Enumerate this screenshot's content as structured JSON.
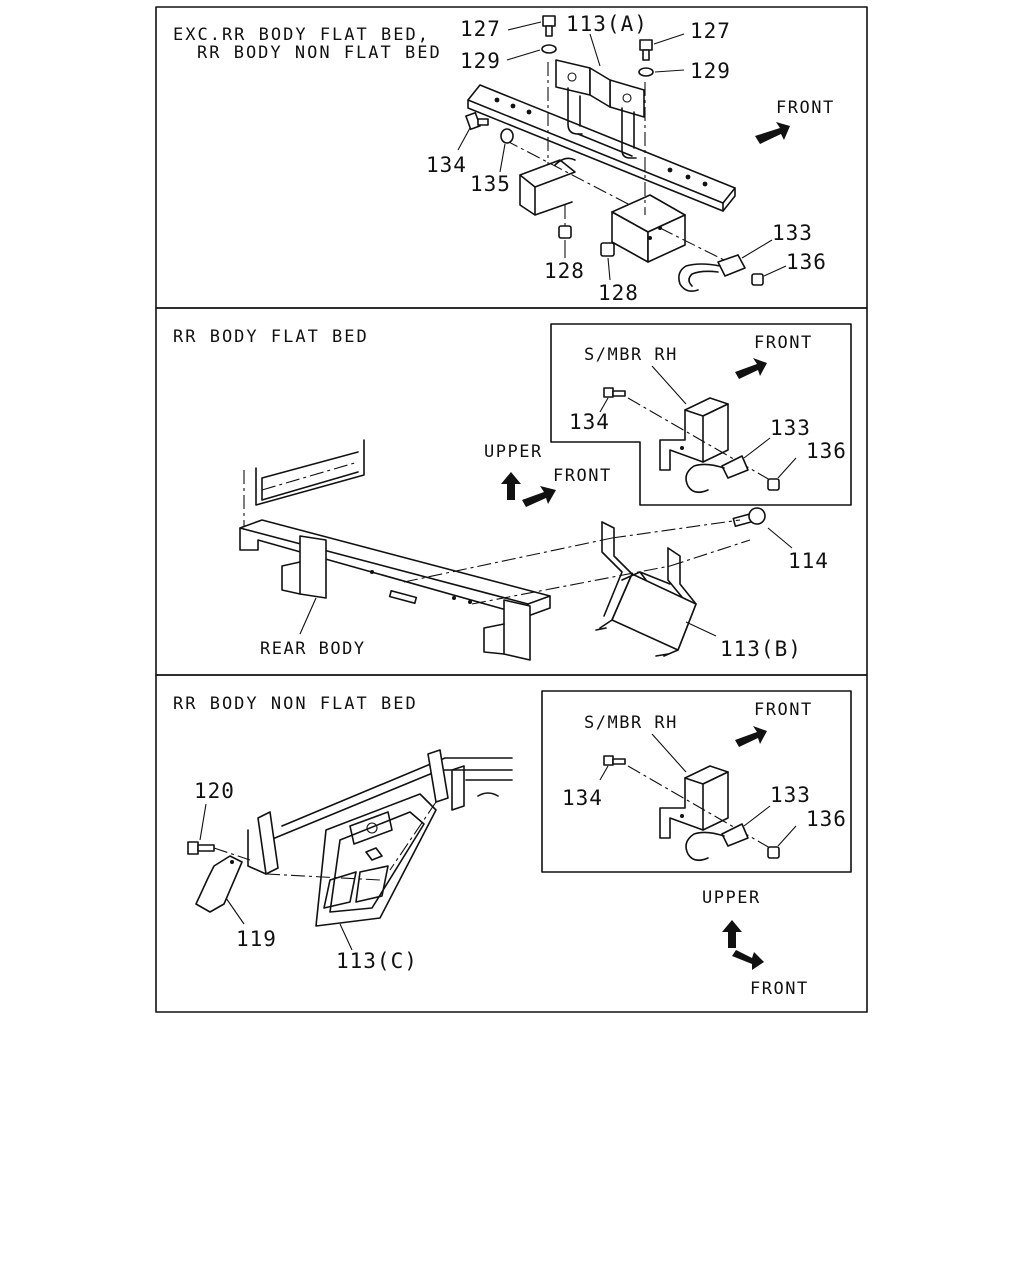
{
  "panel_top": {
    "title_line1": "EXC.RR BODY FLAT BED,",
    "title_line2": "RR BODY NON FLAT BED",
    "front_label": "FRONT",
    "callouts": {
      "c127_left": "127",
      "c113a": "113(A)",
      "c127_right": "127",
      "c129_left": "129",
      "c129_right": "129",
      "c134": "134",
      "c135": "135",
      "c128_left": "128",
      "c128_right": "128",
      "c133": "133",
      "c136": "136"
    }
  },
  "panel_middle": {
    "title": "RR BODY FLAT BED",
    "upper_label": "UPPER",
    "front_label": "FRONT",
    "rear_body_label": "REAR BODY",
    "callouts": {
      "c114": "114",
      "c113b": "113(B)"
    },
    "inset": {
      "smbr_label": "S/MBR RH",
      "front_label": "FRONT",
      "c134": "134",
      "c133": "133",
      "c136": "136"
    }
  },
  "panel_bottom": {
    "title": "RR BODY NON FLAT BED",
    "upper_label": "UPPER",
    "front_label": "FRONT",
    "callouts": {
      "c120": "120",
      "c119": "119",
      "c113c": "113(C)"
    },
    "inset": {
      "smbr_label": "S/MBR RH",
      "front_label": "FRONT",
      "c134": "134",
      "c133": "133",
      "c136": "136"
    }
  }
}
